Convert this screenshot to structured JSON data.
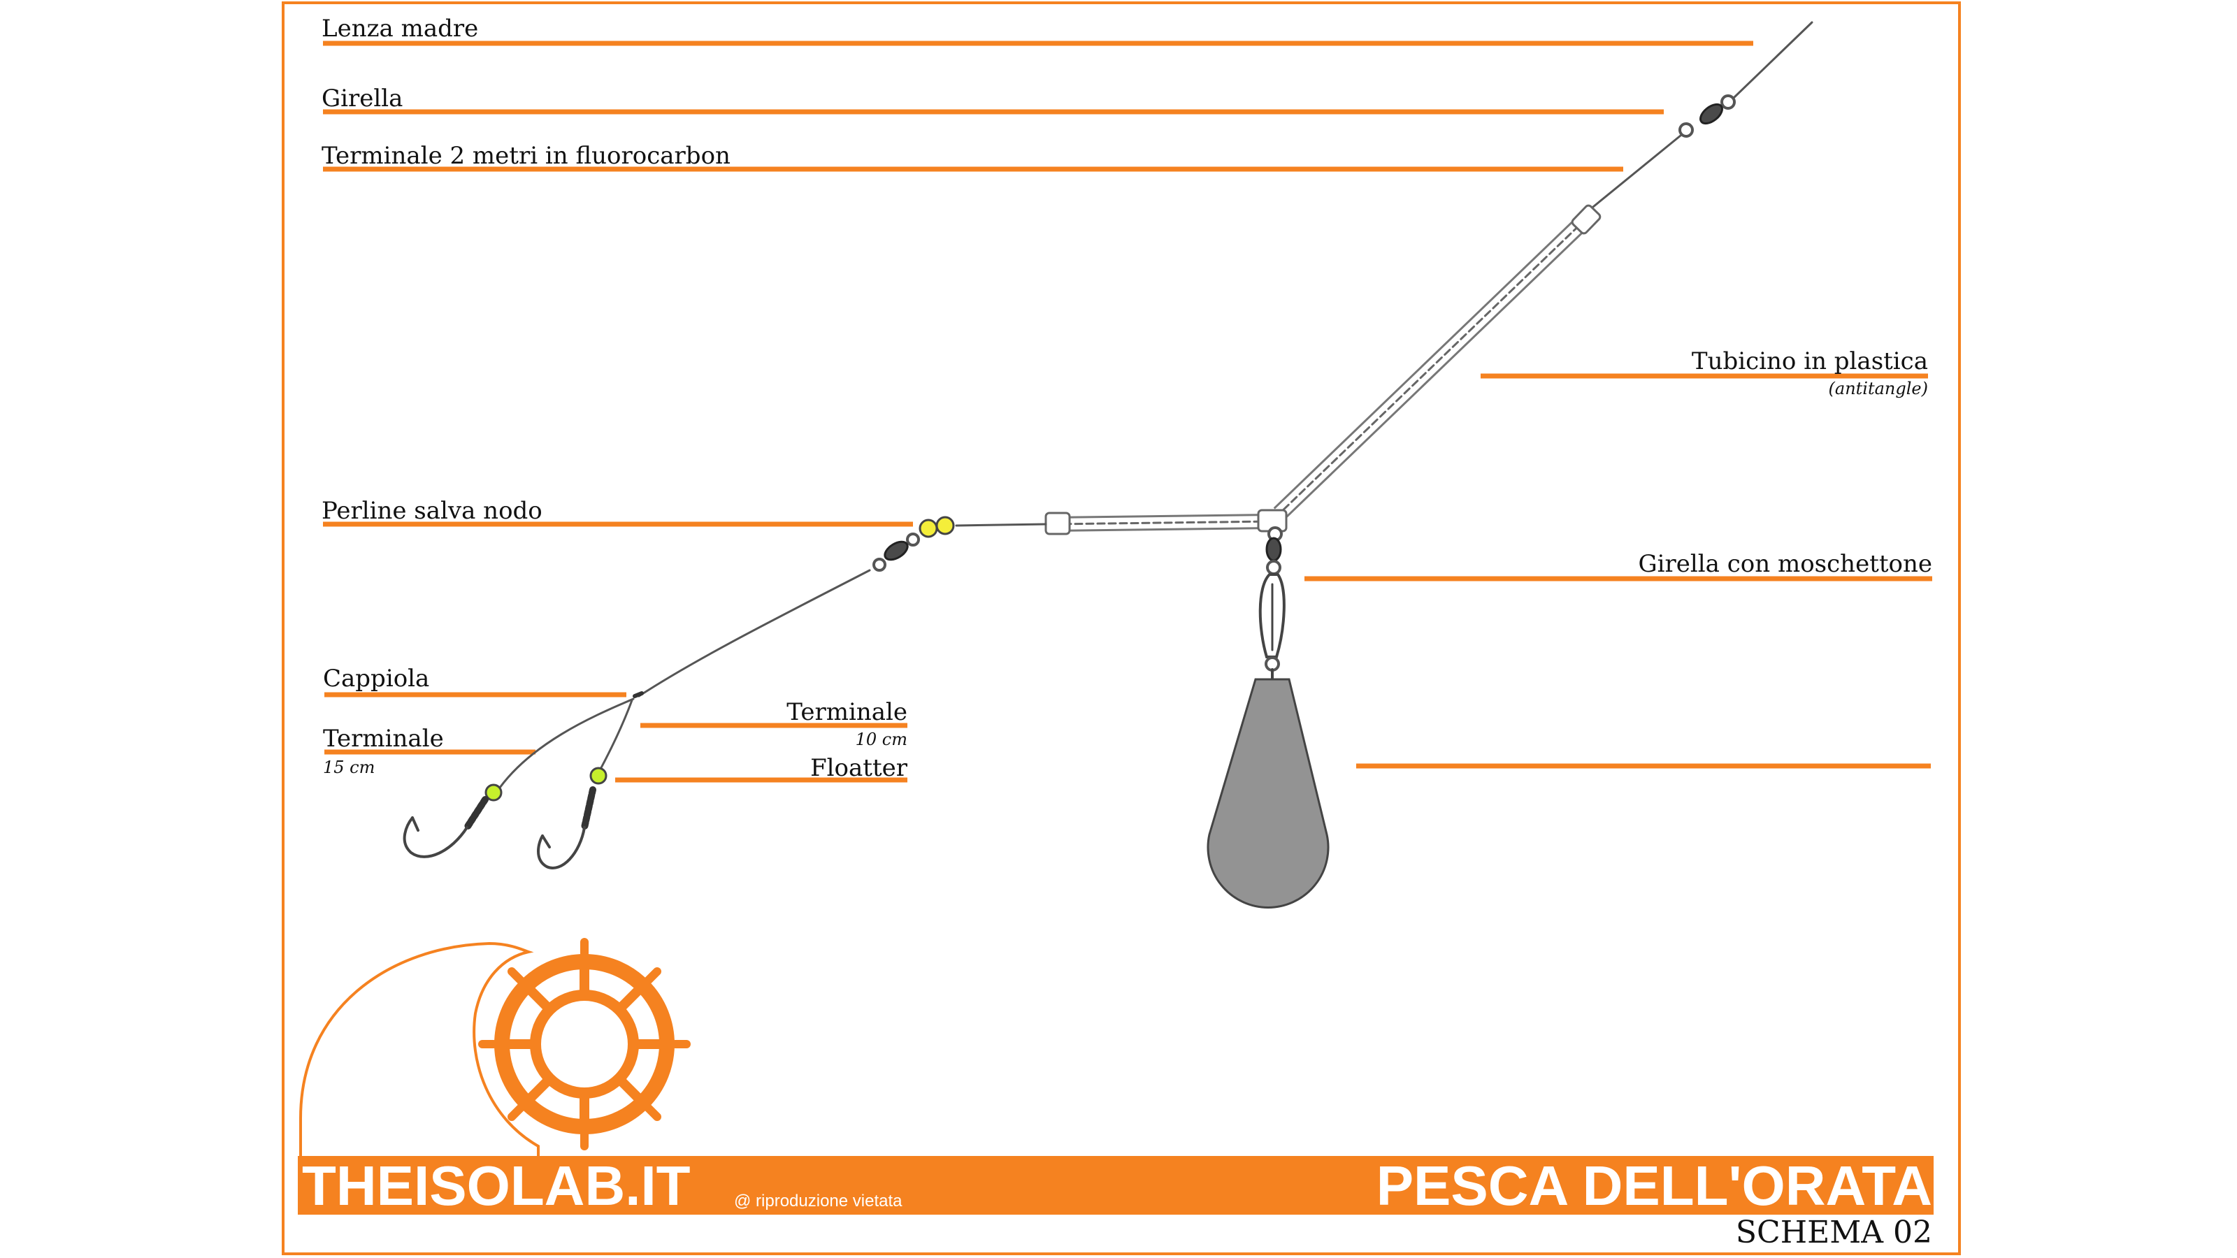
{
  "colors": {
    "accent": "#f58220",
    "line": "#555555",
    "weight": "#939393",
    "bead_green": "#c6ef2c",
    "bead_yellow": "#f4ee3a"
  },
  "labels": {
    "lenza_madre": "Lenza madre",
    "girella": "Girella",
    "terminale_2m": "Terminale 2 metri in fluorocarbon",
    "tubicino": "Tubicino in plastica",
    "tubicino_note": "(antitangle)",
    "perline": "Perline salva nodo",
    "girella_moschettone": "Girella con moschettone",
    "cappiola": "Cappiola",
    "terminale_10": "Terminale",
    "terminale_10_note": "10 cm",
    "terminale_15": "Terminale",
    "terminale_15_note": "15 cm",
    "floatter": "Floatter"
  },
  "footer": {
    "brand": "THEISOLAB.IT",
    "copyright": "@ riproduzione vietata",
    "title": "PESCA DELL'ORATA",
    "schema": "SCHEMA 02"
  },
  "icons": [
    "sinker-weight-icon",
    "fish-hook-icon",
    "swivel-icon",
    "snap-swivel-icon",
    "brand-logo-icon"
  ]
}
